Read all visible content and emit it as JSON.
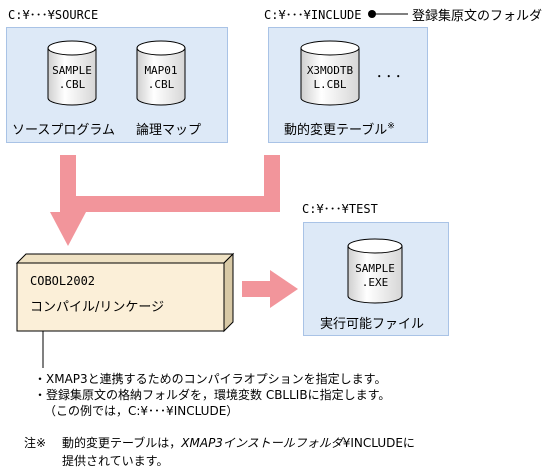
{
  "source": {
    "path": "C:¥･･･¥SOURCE",
    "files": [
      {
        "line1": "SAMPLE",
        "line2": ".CBL",
        "caption": "ソースプログラム"
      },
      {
        "line1": "MAP01",
        "line2": ".CBL",
        "caption": "論理マップ"
      }
    ]
  },
  "include": {
    "path": "C:¥･･･¥INCLUDE",
    "callout": "登録集原文のフォルダ",
    "file": {
      "line1": "X3MODTB",
      "line2": "L.CBL"
    },
    "ellipsis": "･･･",
    "caption": "動的変更テーブル",
    "note_mark": "※"
  },
  "test": {
    "path": "C:¥･･･¥TEST",
    "file": {
      "line1": "SAMPLE",
      "line2": ".EXE"
    },
    "caption": "実行可能ファイル"
  },
  "compiler": {
    "line1": "COBOL2002",
    "line2": "コンパイル/リンケージ"
  },
  "bullets": [
    "・XMAP3と連携するためのコンパイラオプションを指定します。",
    "・登録集原文の格納フォルダを，環境変数 CBLLIBに指定します。",
    "（この例では，C:¥･･･¥INCLUDE）"
  ],
  "note": {
    "label": "注※",
    "text_a": "動的変更テーブルは，",
    "text_italic": "XMAP3インストールフォルダ",
    "text_b": "¥INCLUDEに",
    "text_line2": "提供されています。"
  },
  "colors": {
    "panel": "#dde9f7",
    "panel_border": "#a9c3e6",
    "arrow": "#f2959b",
    "box": "#fbefd8"
  }
}
